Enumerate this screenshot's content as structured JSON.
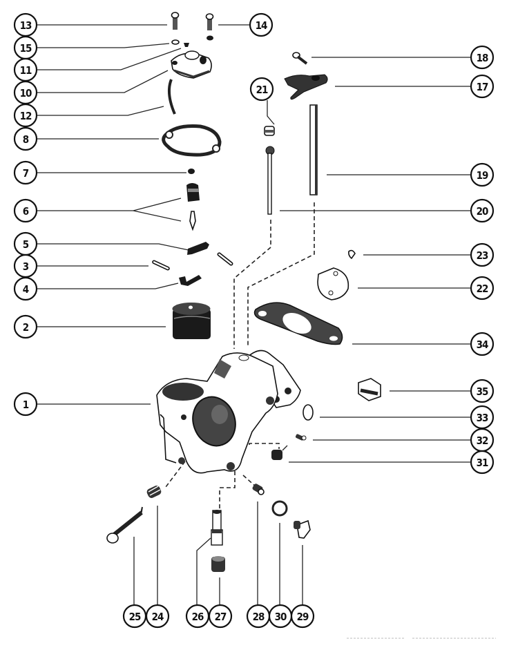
{
  "diagram": {
    "subject": "Carburetor exploded parts view",
    "callouts": [
      {
        "id": "13",
        "label": "13",
        "side": "left"
      },
      {
        "id": "15",
        "label": "15",
        "side": "left"
      },
      {
        "id": "11",
        "label": "11",
        "side": "left"
      },
      {
        "id": "10",
        "label": "10",
        "side": "left"
      },
      {
        "id": "12",
        "label": "12",
        "side": "left"
      },
      {
        "id": "8",
        "label": "8",
        "side": "left"
      },
      {
        "id": "7",
        "label": "7",
        "side": "left"
      },
      {
        "id": "6",
        "label": "6",
        "side": "left"
      },
      {
        "id": "5",
        "label": "5",
        "side": "left"
      },
      {
        "id": "3",
        "label": "3",
        "side": "left"
      },
      {
        "id": "4",
        "label": "4",
        "side": "left"
      },
      {
        "id": "2",
        "label": "2",
        "side": "left"
      },
      {
        "id": "1",
        "label": "1",
        "side": "left"
      },
      {
        "id": "14",
        "label": "14",
        "side": "top"
      },
      {
        "id": "21",
        "label": "21",
        "side": "top"
      },
      {
        "id": "18",
        "label": "18",
        "side": "right"
      },
      {
        "id": "17",
        "label": "17",
        "side": "right"
      },
      {
        "id": "19",
        "label": "19",
        "side": "right"
      },
      {
        "id": "20",
        "label": "20",
        "side": "right"
      },
      {
        "id": "23",
        "label": "23",
        "side": "right"
      },
      {
        "id": "22",
        "label": "22",
        "side": "right"
      },
      {
        "id": "34",
        "label": "34",
        "side": "right"
      },
      {
        "id": "35",
        "label": "35",
        "side": "right"
      },
      {
        "id": "33",
        "label": "33",
        "side": "right"
      },
      {
        "id": "32",
        "label": "32",
        "side": "right"
      },
      {
        "id": "31",
        "label": "31",
        "side": "right"
      },
      {
        "id": "25",
        "label": "25",
        "side": "bottom"
      },
      {
        "id": "24",
        "label": "24",
        "side": "bottom"
      },
      {
        "id": "26",
        "label": "26",
        "side": "bottom"
      },
      {
        "id": "27",
        "label": "27",
        "side": "bottom"
      },
      {
        "id": "28",
        "label": "28",
        "side": "bottom"
      },
      {
        "id": "30",
        "label": "30",
        "side": "bottom"
      },
      {
        "id": "29",
        "label": "29",
        "side": "bottom"
      }
    ]
  }
}
